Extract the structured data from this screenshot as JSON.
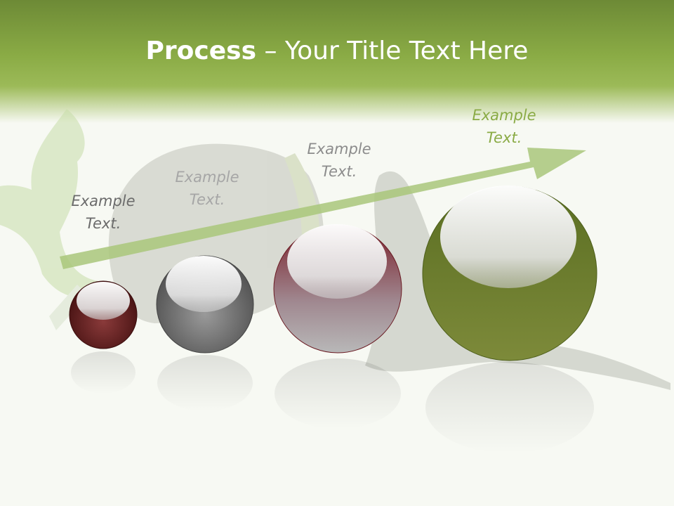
{
  "title": {
    "bold": "Process",
    "rest": " – Your Title Text Here"
  },
  "steps": [
    {
      "label_line1": "Example",
      "label_line2": "Text.",
      "color": "#6b6b6b",
      "sphere_color": "#5e1e1e"
    },
    {
      "label_line1": "Example",
      "label_line2": "Text.",
      "color": "#a6a6a6",
      "sphere_color": "#6e6e6e"
    },
    {
      "label_line1": "Example",
      "label_line2": "Text.",
      "color": "#8c8c8c",
      "sphere_color": "#8a2a35"
    },
    {
      "label_line1": "Example",
      "label_line2": "Text.",
      "color": "#8aab45",
      "sphere_color": "#6b7d2a"
    }
  ],
  "colors": {
    "header_green": "#8aab45",
    "arrow_green": "#a9c77a",
    "background": "#f7f9f3"
  }
}
